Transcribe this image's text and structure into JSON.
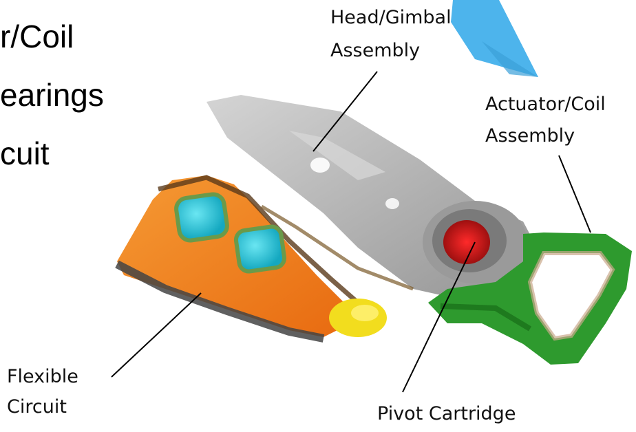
{
  "bullets": [
    "r/Coil",
    "earings",
    "cuit"
  ],
  "callouts": {
    "head_gimbal": [
      "Head/Gimbal",
      "Assembly"
    ],
    "actuator_coil": [
      "Actuator/Coil",
      "Assembly"
    ],
    "flexible_circuit": [
      "Flexible",
      "Circuit"
    ],
    "pivot_cartridge": "Pivot Cartridge"
  },
  "colors": {
    "flex_circuit": "#f07a1a",
    "connector_cyan": "#2cc6d8",
    "pivot_red": "#d21818",
    "coil_green": "#2e9a2e",
    "arm_gray": "#b4b4b4",
    "head_blue": "#4db4ec",
    "yellow_part": "#f2dd1e"
  }
}
